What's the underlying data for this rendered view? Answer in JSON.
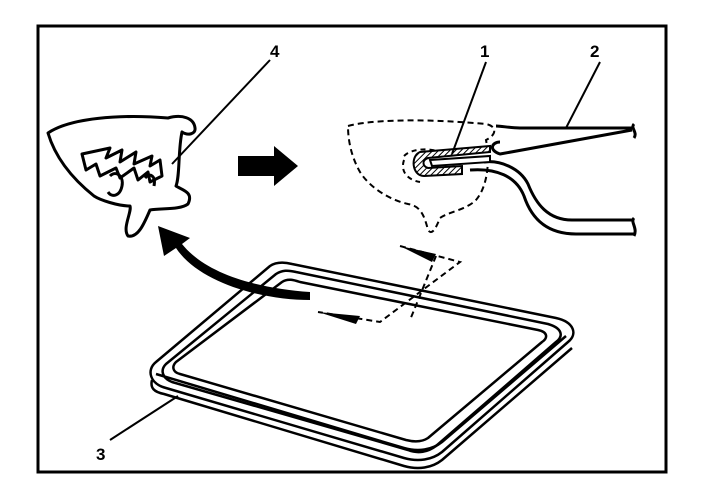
{
  "callouts": [
    {
      "id": "c1",
      "text": "1"
    },
    {
      "id": "c2",
      "text": "2"
    },
    {
      "id": "c3",
      "text": "3"
    },
    {
      "id": "c4",
      "text": "4"
    }
  ],
  "colors": {
    "ink": "#000000",
    "paper": "#ffffff",
    "hatch": "#000000"
  },
  "icons": [
    "right-arrow-icon",
    "curved-arrow-icon"
  ]
}
